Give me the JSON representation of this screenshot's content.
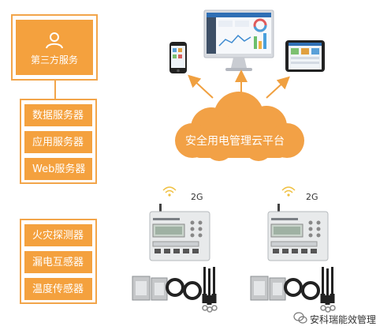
{
  "left_panel": {
    "top_group": {
      "label": "第三方服务",
      "icon": "user-icon"
    },
    "server_group": [
      "数据服务器",
      "应用服务器",
      "Web服务器"
    ],
    "sensor_group": [
      "火灾探测器",
      "漏电互感器",
      "温度传感器"
    ]
  },
  "cloud": {
    "label": "安全用电管理云平台"
  },
  "devices": {
    "signal_left": "2G",
    "signal_right": "2G"
  },
  "watermark": {
    "text": "安科瑞能效管理"
  },
  "colors": {
    "orange": "#f4a13e",
    "cloud": "#f2a146",
    "arrow": "#f0a040"
  }
}
